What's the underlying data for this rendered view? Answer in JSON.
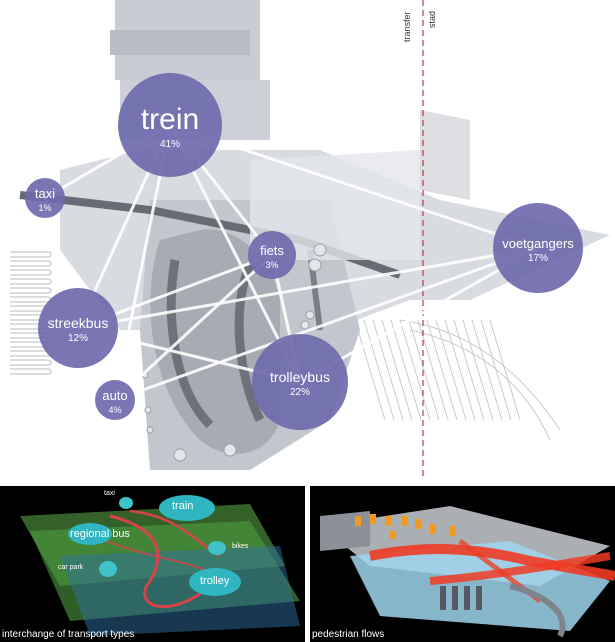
{
  "diagram": {
    "nodes": [
      {
        "id": "trein",
        "label": "trein",
        "percent": "41%"
      },
      {
        "id": "taxi",
        "label": "taxi",
        "percent": "1%"
      },
      {
        "id": "fiets",
        "label": "fiets",
        "percent": "3%"
      },
      {
        "id": "voetgangers",
        "label": "voetgangers",
        "percent": "17%"
      },
      {
        "id": "streekbus",
        "label": "streekbus",
        "percent": "12%"
      },
      {
        "id": "auto",
        "label": "auto",
        "percent": "4%"
      },
      {
        "id": "trolleybus",
        "label": "trolleybus",
        "percent": "22%"
      }
    ],
    "edges": [
      [
        "trein",
        "taxi"
      ],
      [
        "trein",
        "voetgangers"
      ],
      [
        "trein",
        "streekbus"
      ],
      [
        "trein",
        "auto"
      ],
      [
        "trein",
        "trolleybus"
      ],
      [
        "trein",
        "fiets"
      ],
      [
        "taxi",
        "streekbus"
      ],
      [
        "streekbus",
        "fiets"
      ],
      [
        "streekbus",
        "voetgangers"
      ],
      [
        "streekbus",
        "trolleybus"
      ],
      [
        "trolleybus",
        "voetgangers"
      ],
      [
        "fiets",
        "trolleybus"
      ],
      [
        "auto",
        "fiets"
      ],
      [
        "auto",
        "voetgangers"
      ]
    ],
    "zone_labels": {
      "transfer": "transfer",
      "stad": "stad"
    },
    "node_color": "#6e6aad"
  },
  "panels": {
    "left": {
      "caption": "interchange of transport types",
      "labels": {
        "taxi": "taxi",
        "train": "train",
        "regional_bus": "regional bus",
        "bikes": "bikes",
        "car_park": "car park",
        "trolley": "trolley"
      }
    },
    "right": {
      "caption": "pedestrian flows"
    }
  }
}
